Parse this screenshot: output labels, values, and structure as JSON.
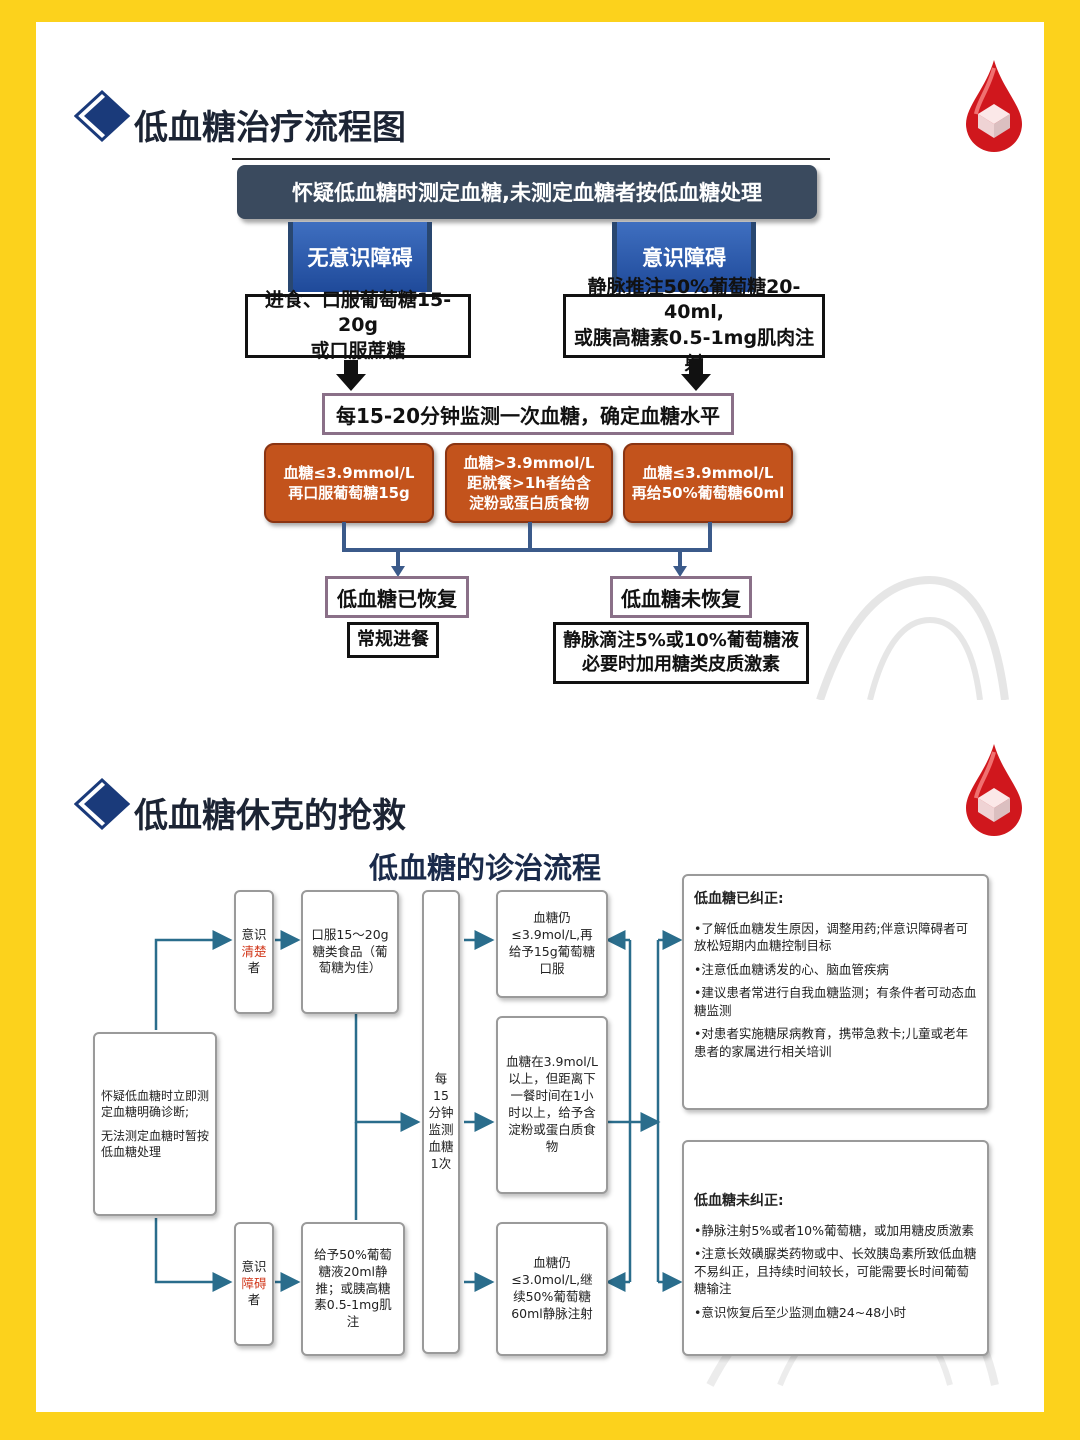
{
  "section1": {
    "title": "低血糖治疗流程图",
    "top_box": "怀疑低血糖时测定血糖,未测定血糖者按低血糖处理",
    "branch_left": "无意识障碍",
    "branch_right": "意识障碍",
    "action_left_l1": "进食、口服葡萄糖15-20g",
    "action_left_l2": "或口服蔗糖",
    "action_right_l1": "静脉推注50%葡萄糖20-40ml,",
    "action_right_l2": "或胰高糖素0.5-1mg肌肉注射",
    "monitor": "每15-20分钟监测一次血糖，确定血糖水平",
    "orange1_l1": "血糖≤3.9mmol/L",
    "orange1_l2": "再口服葡萄糖15g",
    "orange2_l1": "血糖>3.9mmol/L",
    "orange2_l2": "距就餐>1h者给含",
    "orange2_l3": "淀粉或蛋白质食物",
    "orange3_l1": "血糖≤3.9mmol/L",
    "orange3_l2": "再给50%葡萄糖60ml",
    "recovered": "低血糖已恢复",
    "not_recovered": "低血糖未恢复",
    "recovered_action": "常规进餐",
    "not_recovered_l1": "静脉滴注5%或10%葡萄糖液",
    "not_recovered_l2": "必要时加用糖类皮质激素"
  },
  "section2": {
    "title": "低血糖休克的抢救",
    "subtitle": "低血糖的诊治流程",
    "start_l1": "怀疑低血糖时立即测定血糖明确诊断;",
    "start_l2": "无法测定血糖时暂按低血糖处理",
    "conscious_a": "意识",
    "conscious_b": "清楚",
    "conscious_c": "者",
    "impaired_a": "意识",
    "impaired_b": "障碍",
    "impaired_c": "者",
    "oral": "口服15～20g糖类食品（葡萄糖为佳）",
    "iv": "给予50%葡萄糖液20ml静推；或胰高糖素0.5-1mg肌注",
    "monitor": "每15分钟监测血糖1次",
    "result1": "血糖仍≤3.9mol/L,再给予15g葡萄糖口服",
    "result2": "血糖在3.9mol/L以上，但距离下一餐时间在1小时以上，给予含淀粉或蛋白质食物",
    "result3": "血糖仍≤3.0mol/L,继续50%葡萄糖60ml静脉注射",
    "corrected_title": "低血糖已纠正:",
    "corrected_items": [
      "•了解低血糖发生原因，调整用药;伴意识障碍者可放松短期内血糖控制目标",
      "•注意低血糖诱发的心、脑血管疾病",
      "•建议患者常进行自我血糖监测；有条件者可动态血糖监测",
      "•对患者实施糖尿病教育，携带急救卡;儿童或老年患者的家属进行相关培训"
    ],
    "uncorrected_title": "低血糖未纠正:",
    "uncorrected_items": [
      "•静脉注射5%或者10%葡萄糖，或加用糖皮质激素",
      "•注意长效磺脲类药物或中、长效胰岛素所致低血糖不易纠正，且持续时间较长，可能需要长时间葡萄糖输注",
      "•意识恢复后至少监测血糖24~48小时"
    ]
  },
  "colors": {
    "background": "#fcd21c",
    "dark_blue": "#1a3a7a",
    "orange": "#c3531c",
    "arrow_teal": "#2a6d8c",
    "drop_red": "#d0171d"
  },
  "icons": [
    "diamond-bullet-icon",
    "blood-drop-icon",
    "down-arrow-icon"
  ]
}
